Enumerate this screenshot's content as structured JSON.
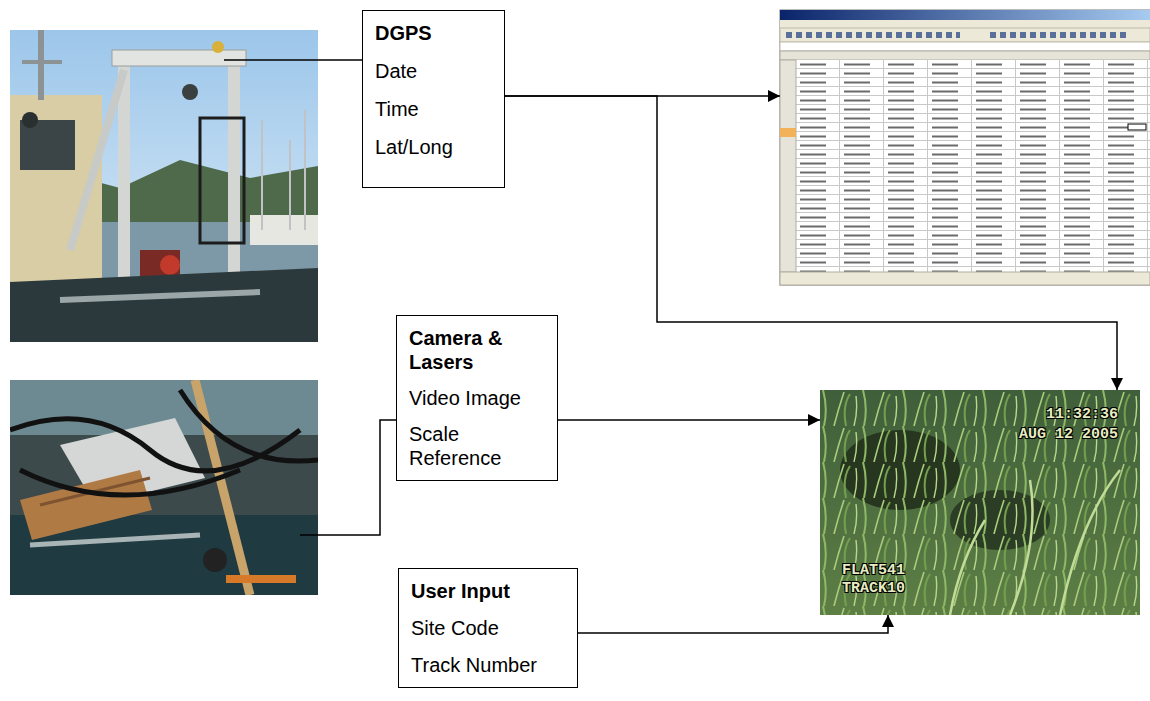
{
  "diagram": {
    "nodes": [
      {
        "text": [
          "DGPS",
          "Date",
          "Time",
          "Lat/Long"
        ]
      },
      {
        "text": []
      },
      {
        "text": [
          "Camera & Lasers",
          "Video Image",
          "Scale Reference"
        ]
      },
      {
        "text": [
          "11:32:36",
          "AUG 12 2005",
          "FLAT541",
          "TRACK10"
        ]
      },
      {
        "text": [
          "User Input",
          "Site Code",
          "Track Number"
        ]
      }
    ],
    "edges": [
      {
        "from": 0,
        "to": 1,
        "arrow": "to"
      },
      {
        "from": 0,
        "to": 3,
        "arrow": "to"
      },
      {
        "from": 2,
        "to": 3,
        "arrow": "to"
      },
      {
        "from": 4,
        "to": 3,
        "arrow": "to"
      }
    ]
  }
}
